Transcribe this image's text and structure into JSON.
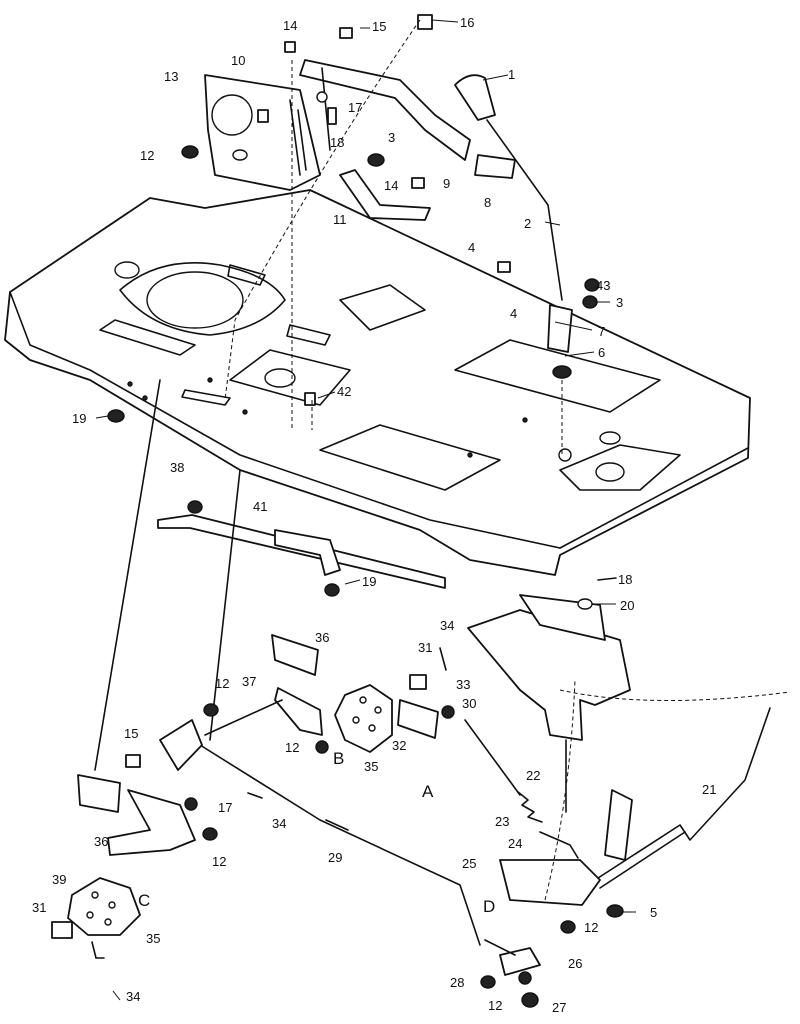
{
  "diagram": {
    "labels": [
      "1",
      "2",
      "3",
      "4",
      "5",
      "6",
      "7",
      "8",
      "9",
      "10",
      "11",
      "12",
      "13",
      "14",
      "15",
      "16",
      "17",
      "18",
      "19",
      "20",
      "21",
      "22",
      "23",
      "24",
      "25",
      "26",
      "27",
      "28",
      "29",
      "30",
      "31",
      "32",
      "33",
      "34",
      "35",
      "36",
      "37",
      "38",
      "39",
      "41",
      "42",
      "43"
    ],
    "letters": [
      "A",
      "B",
      "C",
      "D"
    ]
  }
}
